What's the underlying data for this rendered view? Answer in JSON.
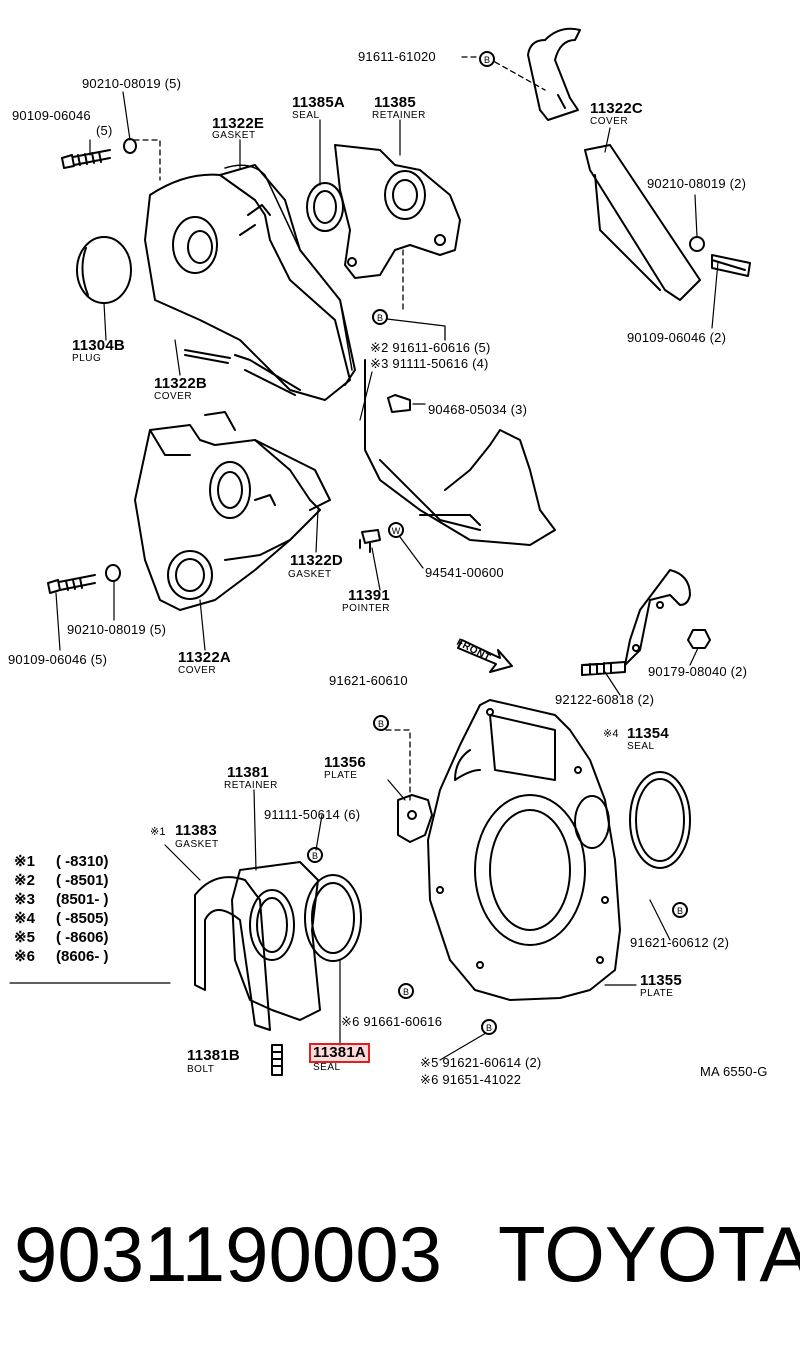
{
  "footer": {
    "part_number": "9031190003",
    "brand": "TOYOTA"
  },
  "diagram_code": "MA 6550-G",
  "front_arrow": "FRONT",
  "callouts": {
    "p91611_61020": "91611-61020",
    "p90210_08019_5_top": "90210-08019 (5)",
    "p90109_06046": "90109-06046",
    "p90109_06046_qty": "(5)",
    "p11322E": "11322E",
    "gasket_e": "GASKET",
    "p11385A": "11385A",
    "seal_a": "SEAL",
    "p11385": "11385",
    "retainer_top": "RETAINER",
    "p11322C": "11322C",
    "cover_c": "COVER",
    "p90210_08019_2": "90210-08019 (2)",
    "p90109_06046_2": "90109-06046 (2)",
    "p11304B": "11304B",
    "plug": "PLUG",
    "p11322B": "11322B",
    "cover_b": "COVER",
    "p91611_60616": "※2 91611-60616 (5)",
    "p91111_50616": "※3 91111-50616 (4)",
    "p90468_05034": "90468-05034 (3)",
    "p11322D": "11322D",
    "gasket_d": "GASKET",
    "p11391": "11391",
    "pointer": "POINTER",
    "p94541_00600": "94541-00600",
    "p90210_08019_5_bot": "90210-08019 (5)",
    "p90109_06046_5_bot": "90109-06046 (5)",
    "p11322A": "11322A",
    "cover_a": "COVER",
    "p90179_08040": "90179-08040 (2)",
    "p92122_60818": "92122-60818 (2)",
    "p91621_60610": "91621-60610",
    "p11354": "11354",
    "p11354_mark": "※4",
    "seal_54": "SEAL",
    "p11356": "11356",
    "plate_56": "PLATE",
    "p11381": "11381",
    "retainer_81": "RETAINER",
    "p91111_50614": "91111-50614 (6)",
    "p11383": "11383",
    "p11383_mark": "※1",
    "gasket_83": "GASKET",
    "p91621_60612": "91621-60612 (2)",
    "p11355": "11355",
    "plate_55": "PLATE",
    "p91661_60616": "※6 91661-60616",
    "p11381B": "11381B",
    "bolt": "BOLT",
    "p11381A": "11381A",
    "seal_81a": "SEAL",
    "p91621_60614": "※5 91621-60614 (2)",
    "p91651_41022": "※6 91651-41022"
  },
  "notes": [
    {
      "mark": "※1",
      "range": "(      -8310)"
    },
    {
      "mark": "※2",
      "range": "(      -8501)"
    },
    {
      "mark": "※3",
      "range": "(8501-      )"
    },
    {
      "mark": "※4",
      "range": "(      -8505)"
    },
    {
      "mark": "※5",
      "range": "(      -8606)"
    },
    {
      "mark": "※6",
      "range": "(8606-      )"
    }
  ],
  "highlight_color": "#e02020"
}
